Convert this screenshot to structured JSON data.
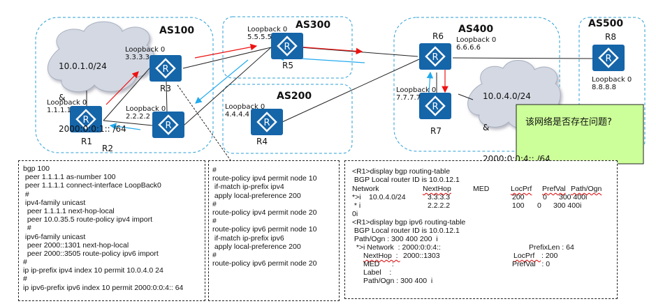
{
  "autonomous_systems": [
    {
      "id": "as100",
      "label": "AS100"
    },
    {
      "id": "as300",
      "label": "AS300"
    },
    {
      "id": "as200",
      "label": "AS200"
    },
    {
      "id": "as400",
      "label": "AS400"
    },
    {
      "id": "as500",
      "label": "AS500"
    }
  ],
  "routers": [
    {
      "name": "R1",
      "loopback_label": "Loopback 0",
      "loopback_ip": "1.1.1.1"
    },
    {
      "name": "R2",
      "loopback_label": "Loopback 0",
      "loopback_ip": "2.2.2.2"
    },
    {
      "name": "R3",
      "loopback_label": "Loopback 0",
      "loopback_ip": "3.3.3.3"
    },
    {
      "name": "R4",
      "loopback_label": "Loopback 0",
      "loopback_ip": "4.4.4.4"
    },
    {
      "name": "R5",
      "loopback_label": "Loopback 0",
      "loopback_ip": "5.5.5.5"
    },
    {
      "name": "R6",
      "loopback_label": "Loopback 0",
      "loopback_ip": "6.6.6.6"
    },
    {
      "name": "R7",
      "loopback_label": "Loopback 0",
      "loopback_ip": "7.7.7.7"
    },
    {
      "name": "R8",
      "loopback_label": "Loopback 0",
      "loopback_ip": "8.8.8.8"
    }
  ],
  "router_icon_glyph": "R",
  "clouds": [
    {
      "id": "cloud-r1",
      "lines": [
        "10.0.1.0/24",
        "&",
        "2000:0:0:1:: /64"
      ]
    },
    {
      "id": "cloud-r7",
      "lines": [
        "10.0.4.0/24",
        "&",
        "2000:0:0:4:: /64"
      ]
    }
  ],
  "callout": {
    "text": "该网络是否存在问题?",
    "color": "#ccff99"
  },
  "colors": {
    "router": "#1565a9",
    "as_border": "#2a9fd6",
    "arrow_red": "#ee1111",
    "arrow_blue": "#22aaee",
    "link": "#222222"
  },
  "config_r3": {
    "lines": [
      "bgp 100",
      " peer 1.1.1.1 as-number 100",
      " peer 1.1.1.1 connect-interface LoopBack0",
      " #",
      " ipv4-family unicast",
      "  peer 1.1.1.1 next-hop-local",
      "  peer 10.0.35.5 route-policy ipv4 import",
      "  #",
      " ipv6-family unicast",
      "  peer 2000::1301 next-hop-local",
      "  peer 2000::3505 route-policy ipv6 import",
      "#",
      "ip ip-prefix ipv4 index 10 permit 10.0.4.0 24",
      "#",
      "ip ipv6-prefix ipv6 index 10 permit 2000:0:0:4:: 64"
    ]
  },
  "route_policy": {
    "lines": [
      "#",
      "route-policy ipv4 permit node 10",
      " if-match ip-prefix ipv4",
      " apply local-preference 200",
      "#",
      "route-policy ipv4 permit node 20",
      "#",
      "route-policy ipv6 permit node 10",
      " if-match ip-prefix ipv6",
      " apply local-preference 200",
      "#",
      "route-policy ipv6 permit node 20"
    ]
  },
  "routing_output": {
    "cmd1": "<R1>display bgp routing-table",
    "router_id1": " BGP Local router ID is 10.0.12.1",
    "headers": [
      "Network",
      "NextHop",
      "MED",
      "LocPrf",
      "PrefVal",
      "Path/Ogn"
    ],
    "rows": [
      {
        "flags": "*>i",
        "network": "10.0.4.0/24",
        "nexthop": "3.3.3.3",
        "med": "",
        "locprf": "200",
        "prefval": "0",
        "path": "300 400i"
      },
      {
        "flags": " * i",
        "network": "",
        "nexthop": "2.2.2.2",
        "med": "",
        "locprf": "100",
        "prefval": "0",
        "path": "300 400i"
      }
    ],
    "wrap": "0i",
    "cmd2": "<R1>display bgp ipv6 routing-table",
    "router_id2": " BGP Local router ID is 10.0.12.1",
    "path_ogn_top": " Path/Ogn : 300 400 200  i",
    "v6_network": "  *>i Network  : 2000:0:0:4::",
    "v6_prefixlen": "PrefixLen : 64",
    "v6_nexthop_label": "NextHop  : ",
    "v6_nexthop_value": "2000::1303",
    "v6_locprf_label": "LocPrf   ",
    "v6_locprf_value": ": 200",
    "v6_med": "MED      :",
    "v6_prefval": "PrefVal   : 0",
    "v6_label": "Label    :",
    "v6_path": "Path/Ogn : 300 400  i"
  }
}
